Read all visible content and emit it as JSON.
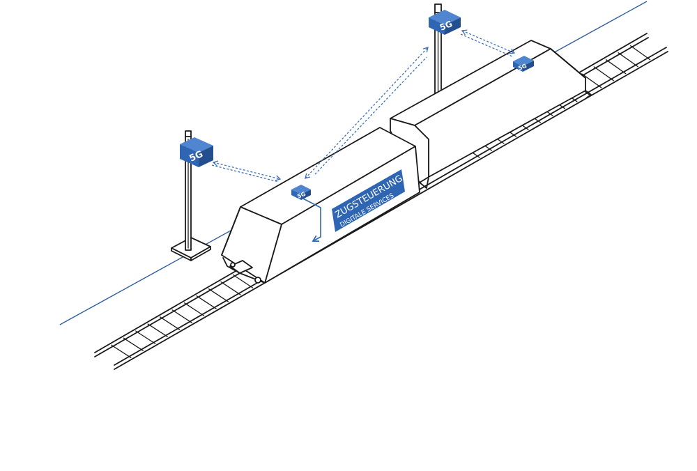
{
  "signals": {
    "mast_left_label": "5G",
    "mast_right_label": "5G",
    "train_front_label": "5G",
    "train_rear_label": "5G"
  },
  "banner": {
    "line1": "ZUGSTEUERUNG",
    "line2": "DIGITALE SERVICES"
  },
  "colors": {
    "accent": "#2f66b3",
    "accent_light": "#4f86cf",
    "accent_dark": "#244f8e",
    "ink": "#1a1a1a",
    "guide_line": "#2f5f9e"
  },
  "icons": {
    "mast": "antenna-mast-icon",
    "modem": "5g-box-icon",
    "link": "dashed-double-arrow-icon"
  }
}
